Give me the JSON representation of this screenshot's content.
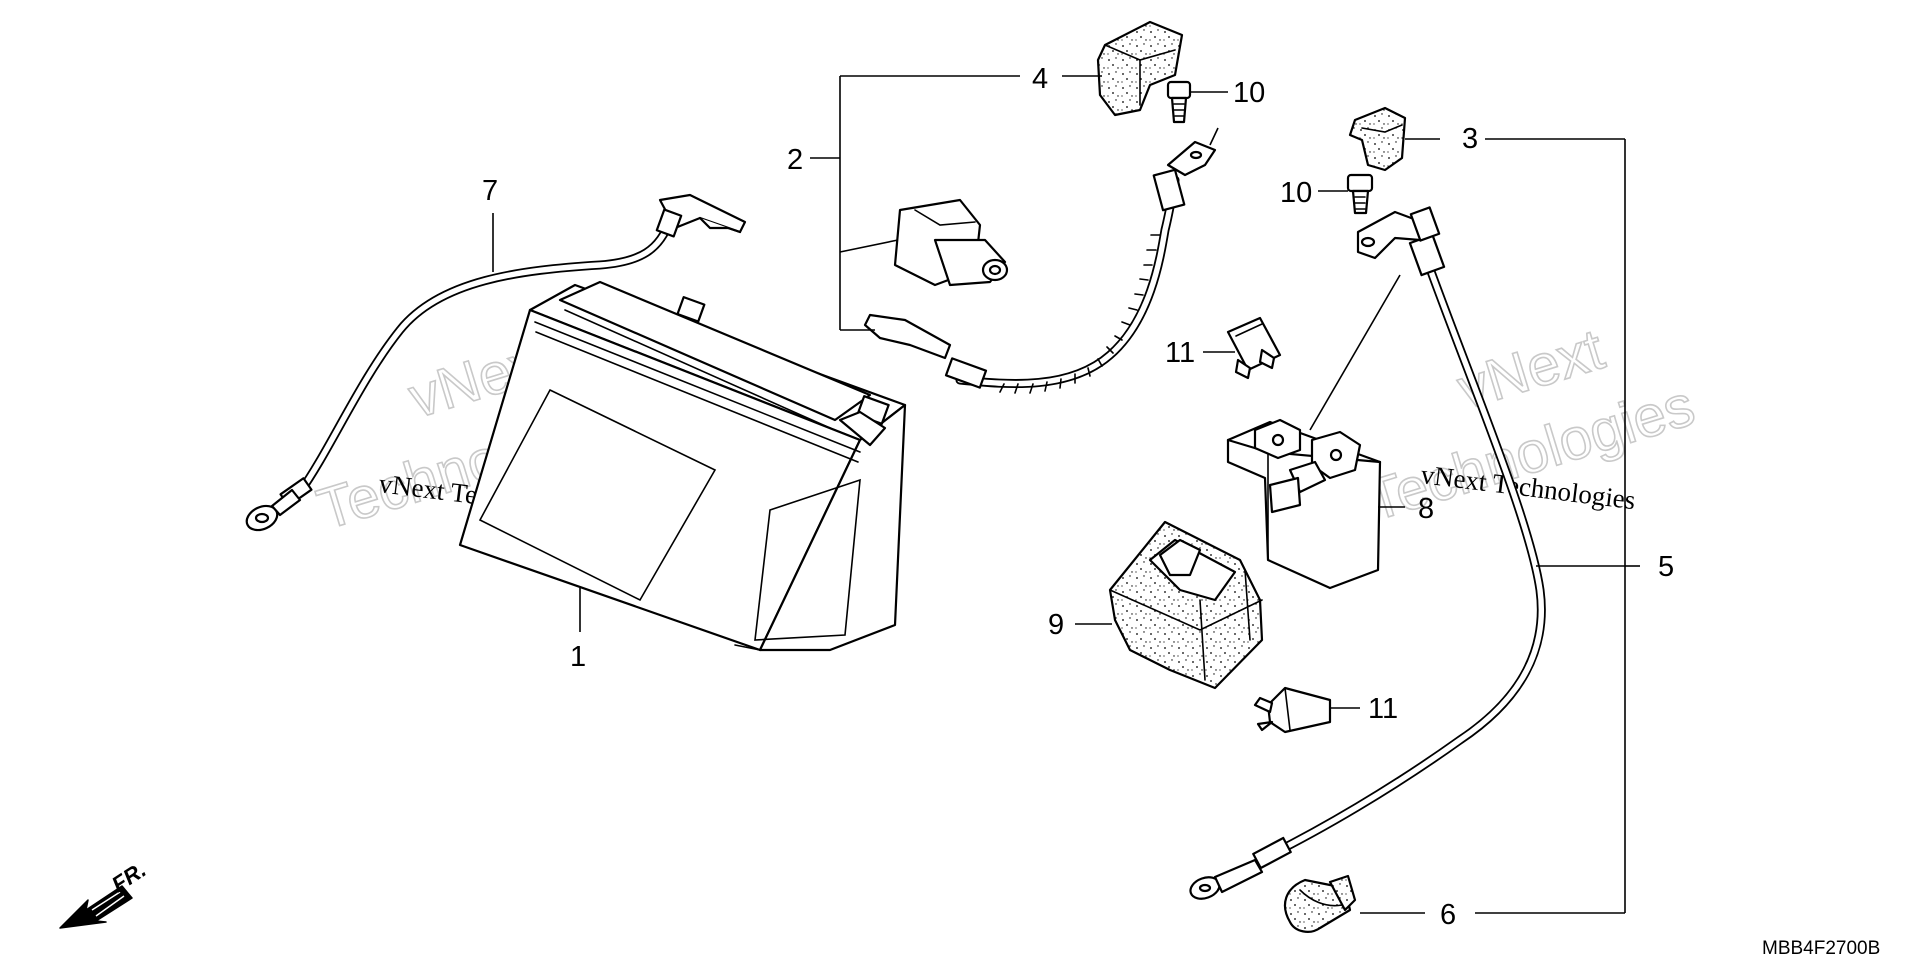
{
  "diagram": {
    "callouts": [
      {
        "id": "c1",
        "label": "1"
      },
      {
        "id": "c2",
        "label": "2"
      },
      {
        "id": "c3",
        "label": "3"
      },
      {
        "id": "c4",
        "label": "4"
      },
      {
        "id": "c5",
        "label": "5"
      },
      {
        "id": "c6",
        "label": "6"
      },
      {
        "id": "c7",
        "label": "7"
      },
      {
        "id": "c8",
        "label": "8"
      },
      {
        "id": "c9",
        "label": "9"
      },
      {
        "id": "c10a",
        "label": "10"
      },
      {
        "id": "c10b",
        "label": "10"
      },
      {
        "id": "c11a",
        "label": "11"
      },
      {
        "id": "c11b",
        "label": "11"
      }
    ],
    "direction_label": "FR.",
    "diagram_code": "MBB4F2700B"
  },
  "watermark": {
    "line1": "vNext",
    "line2": "Technologies",
    "small": "vNext Technologies"
  }
}
